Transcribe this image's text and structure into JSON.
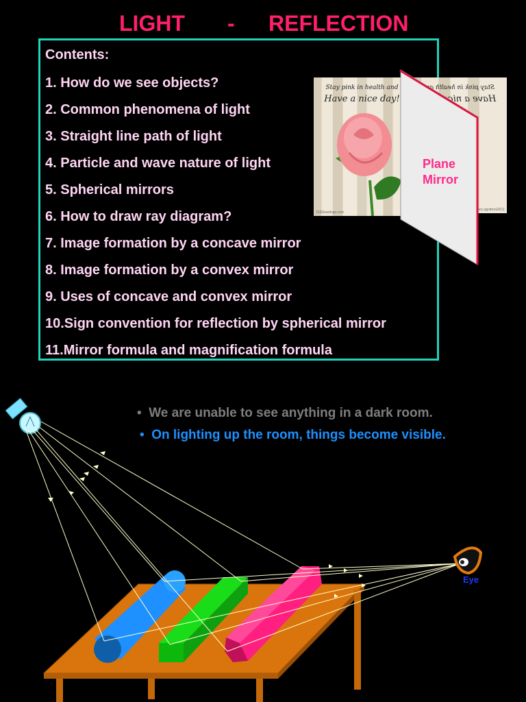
{
  "title": {
    "left": "LIGHT",
    "dash": "-",
    "right": "REFLECTION"
  },
  "contents": {
    "heading": "Contents:",
    "items": [
      "1.  How do we see objects?",
      "2.  Common phenomena of light",
      "3.  Straight line path of light",
      "4.  Particle and wave  nature of light",
      "5.  Spherical mirrors",
      "6.  How to draw ray diagram?",
      "7.  Image formation by a concave mirror",
      "8.  Image formation by a convex mirror",
      "9.  Uses of concave and convex mirror",
      "10.Sign convention for reflection by spherical mirror",
      "11.Mirror formula and magnification formula"
    ]
  },
  "card": {
    "line1": "Stay pink in health and",
    "line2": "Have a nice day!",
    "credit": "123Greetings.com"
  },
  "mirror": {
    "label_line1": "Plane",
    "label_line2": "Mirror"
  },
  "bullets": [
    "We are unable to see anything in a dark room.",
    "On lighting up the room,  things become visible."
  ],
  "diagram": {
    "eye_label": "Eye"
  },
  "colors": {
    "title": "#ff1f6b",
    "border": "#22d3bb",
    "list_text": "#ffd6f4",
    "bullet_grey": "#7e7e7e",
    "bullet_blue": "#1e90ff",
    "table": "#d9750c",
    "cylinder": "#1e90ff",
    "green_prism": "#10cc10",
    "pink_prism": "#ff1f80",
    "ray": "#ffffcc"
  }
}
